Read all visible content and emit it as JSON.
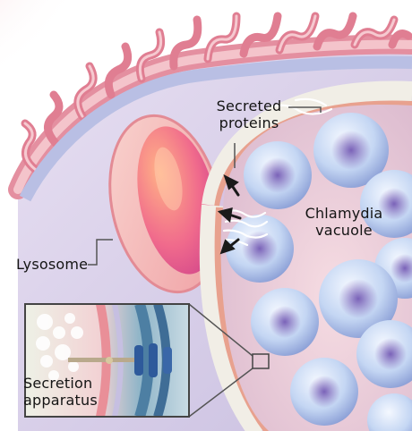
{
  "labels": {
    "secreted_proteins": "Secreted\nproteins",
    "chlamydia_vacuole": "Chlamydia\nvacuole",
    "lysosome": "Lysosome",
    "secretion_apparatus": "Secretion\napparatus"
  },
  "colors": {
    "background": "#ffffff",
    "cytoplasm": "#ddd3ec",
    "membrane_pink": "#e48fa0",
    "membrane_blue": "#b9bfe4",
    "lysosome_outer": "#f5b6b4",
    "lysosome_inner": "#e9508f",
    "vacuole_fill": "#efcfd8",
    "bacteria": "#bfd3ef",
    "bacteria_core": "#5a67b9",
    "callout_line": "#555555"
  }
}
